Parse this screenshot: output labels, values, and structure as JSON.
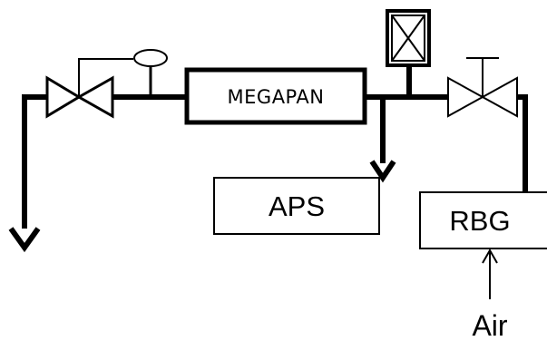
{
  "diagram": {
    "labels": {
      "megapan": "MEGAPAN",
      "aps": "APS",
      "rbg": "RBG",
      "air": "Air"
    },
    "colors": {
      "line": "#000000",
      "background": "#ffffff"
    },
    "icons": {
      "left_valve": "globe-valve-icon",
      "actuator": "diaphragm-actuator-icon",
      "damper": "boxed-x-damper-icon",
      "right_valve": "hand-valve-icon"
    }
  }
}
